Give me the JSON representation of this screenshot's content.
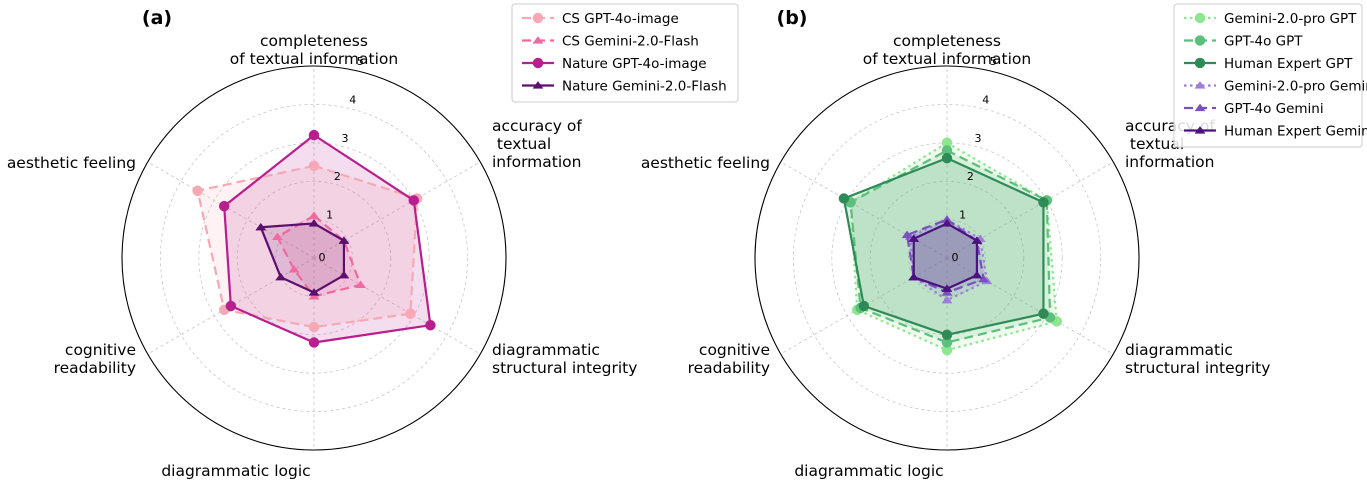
{
  "chart_data": [
    {
      "type": "radar",
      "panel_label": "(a)",
      "axes": [
        "completeness of textual information",
        "accuracy of textual information",
        "diagrammatic structural integrity",
        "diagrammatic logic",
        "cognitive readability",
        "aesthetic feeling"
      ],
      "axis_label_lines": [
        [
          "completeness",
          "of textual information"
        ],
        [
          "accuracy of",
          " textual",
          "information"
        ],
        [
          "diagrammatic",
          "structural integrity"
        ],
        [
          "diagrammatic logic"
        ],
        [
          "cognitive",
          "readability"
        ],
        [
          "aesthetic feeling"
        ]
      ],
      "rlim": [
        0,
        5
      ],
      "rticks": [
        0,
        1,
        2,
        3,
        4,
        5
      ],
      "grid": true,
      "legend_position": "upper-center",
      "series": [
        {
          "name": "CS GPT-4o-image",
          "values": [
            2.4,
            3.1,
            2.9,
            1.8,
            2.7,
            3.5
          ],
          "color": "#f7a8b5",
          "marker": "circle",
          "linestyle": "dashed",
          "fill_opacity": 0.15
        },
        {
          "name": "CS Gemini-2.0-Flash",
          "values": [
            1.1,
            0.9,
            1.4,
            1.0,
            0.6,
            1.1
          ],
          "color": "#f06aa0",
          "marker": "triangle",
          "linestyle": "dashed",
          "fill_opacity": 0.15
        },
        {
          "name": "Nature GPT-4o-image",
          "values": [
            3.2,
            3.0,
            3.5,
            2.2,
            2.5,
            2.7
          ],
          "color": "#b81e8e",
          "marker": "circle",
          "linestyle": "solid",
          "fill_opacity": 0.15
        },
        {
          "name": "Nature Gemini-2.0-Flash",
          "values": [
            0.9,
            0.9,
            0.9,
            0.9,
            1.0,
            1.6
          ],
          "color": "#5b0f6e",
          "marker": "triangle",
          "linestyle": "solid",
          "fill_opacity": 0.12
        }
      ]
    },
    {
      "type": "radar",
      "panel_label": "(b)",
      "axes": [
        "completeness of textual information",
        "accuracy of textual information",
        "diagrammatic structural integrity",
        "diagrammatic logic",
        "cognitive readability",
        "aesthetic feeling"
      ],
      "axis_label_lines": [
        [
          "completeness",
          "of textual information"
        ],
        [
          "accuracy of",
          " textual",
          "information"
        ],
        [
          "diagrammatic",
          "structural integrity"
        ],
        [
          "diagrammatic logic"
        ],
        [
          "cognitive",
          "readability"
        ],
        [
          "aesthetic feeling"
        ]
      ],
      "rlim": [
        0,
        5
      ],
      "rticks": [
        0,
        1,
        2,
        3,
        4,
        5
      ],
      "grid": true,
      "legend_position": "upper-right",
      "series": [
        {
          "name": "Gemini-2.0-pro GPT",
          "values": [
            3.0,
            3.0,
            3.3,
            2.4,
            2.7,
            2.9
          ],
          "color": "#8ee68e",
          "marker": "circle",
          "linestyle": "dotted",
          "fill_opacity": 0.15
        },
        {
          "name": "GPT-4o GPT",
          "values": [
            2.8,
            3.0,
            3.1,
            2.2,
            2.6,
            2.9
          ],
          "color": "#5cbf7c",
          "marker": "circle",
          "linestyle": "dashed",
          "fill_opacity": 0.15
        },
        {
          "name": "Human Expert GPT",
          "values": [
            2.6,
            2.9,
            2.9,
            2.0,
            2.5,
            3.1
          ],
          "color": "#2e8b57",
          "marker": "circle",
          "linestyle": "solid",
          "fill_opacity": 0.15
        },
        {
          "name": "Gemini-2.0-pro Gemini",
          "values": [
            1.0,
            1.0,
            1.2,
            1.1,
            1.0,
            1.1
          ],
          "color": "#9d7ed9",
          "marker": "triangle",
          "linestyle": "dotted",
          "fill_opacity": 0.15
        },
        {
          "name": "GPT-4o Gemini",
          "values": [
            1.0,
            0.9,
            1.1,
            0.9,
            1.0,
            1.2
          ],
          "color": "#7a4fbf",
          "marker": "triangle",
          "linestyle": "dashed",
          "fill_opacity": 0.15
        },
        {
          "name": "Human Expert Gemini",
          "values": [
            0.9,
            0.9,
            0.9,
            0.8,
            1.0,
            1.0
          ],
          "color": "#4b1280",
          "marker": "triangle",
          "linestyle": "solid",
          "fill_opacity": 0.2
        }
      ]
    }
  ]
}
